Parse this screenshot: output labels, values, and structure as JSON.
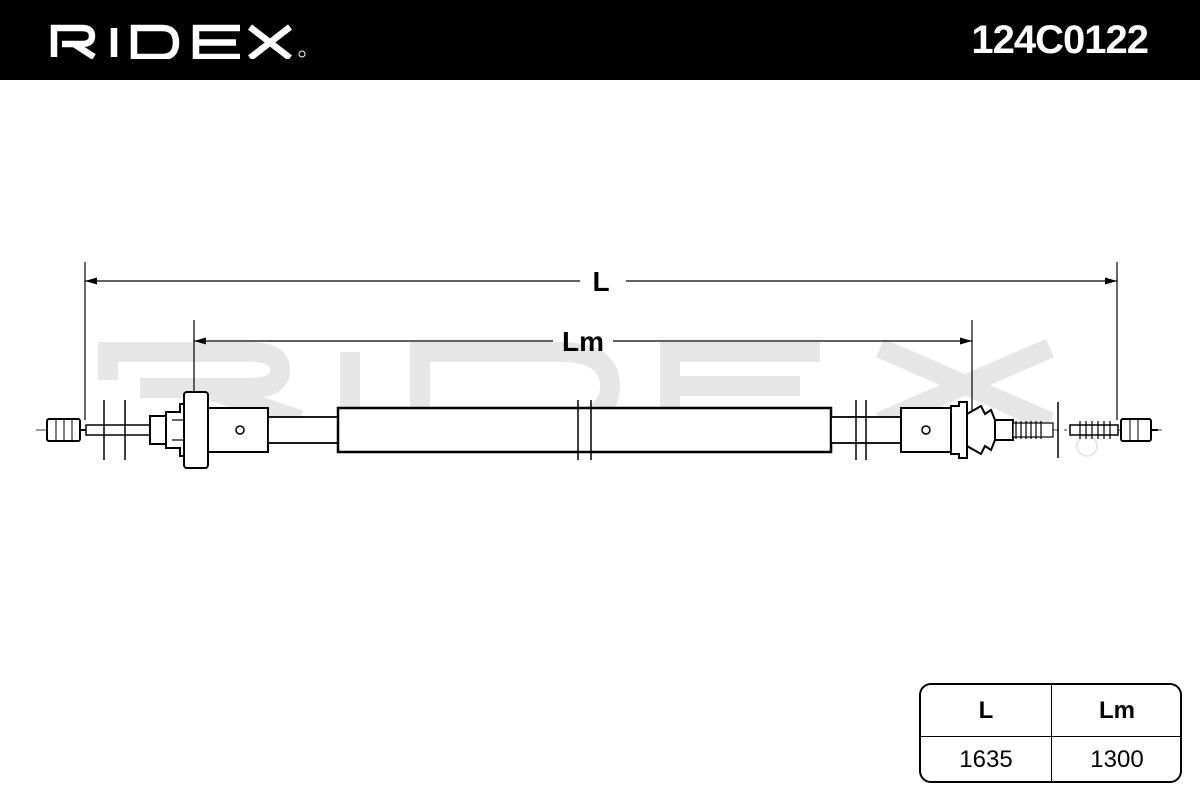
{
  "header": {
    "brand": "RIDEX",
    "part_number": "124C0122"
  },
  "dimensions": {
    "overall_length_label": "L",
    "mid_length_label": "Lm"
  },
  "watermark": "RIDEX",
  "spec_table": {
    "columns": [
      "L",
      "Lm"
    ],
    "values": [
      "1635",
      "1300"
    ]
  }
}
